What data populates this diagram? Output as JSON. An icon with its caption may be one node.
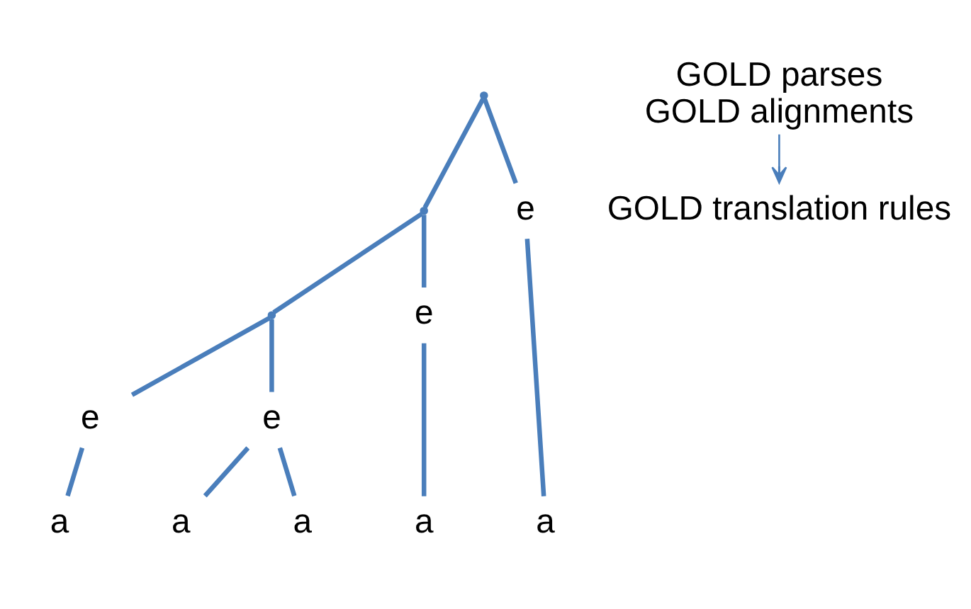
{
  "diagram": {
    "nodes": [
      {
        "text": [],
        "shape": "point"
      },
      {
        "text": [],
        "shape": "point"
      },
      {
        "text": [],
        "shape": "point"
      },
      {
        "text": [
          "e"
        ]
      },
      {
        "text": [
          "e"
        ]
      },
      {
        "text": [
          "e"
        ]
      },
      {
        "text": [
          "e"
        ]
      },
      {
        "text": [
          "a"
        ]
      },
      {
        "text": [
          "a"
        ]
      },
      {
        "text": [
          "a"
        ]
      },
      {
        "text": [
          "a"
        ]
      },
      {
        "text": [
          "a"
        ]
      },
      {
        "text": [
          "GOLD parses",
          "GOLD alignments"
        ]
      },
      {
        "text": [
          "GOLD translation rules"
        ]
      }
    ],
    "edges": [
      {
        "from": 0,
        "to": 3,
        "arrow": "none"
      },
      {
        "from": 0,
        "to": 1,
        "arrow": "none"
      },
      {
        "from": 1,
        "to": 2,
        "arrow": "none"
      },
      {
        "from": 1,
        "to": 4,
        "arrow": "none"
      },
      {
        "from": 2,
        "to": 5,
        "arrow": "none"
      },
      {
        "from": 2,
        "to": 6,
        "arrow": "none"
      },
      {
        "from": 3,
        "to": 7,
        "arrow": "none"
      },
      {
        "from": 6,
        "to": 8,
        "arrow": "none"
      },
      {
        "from": 5,
        "to": 9,
        "arrow": "none"
      },
      {
        "from": 6,
        "to": 10,
        "arrow": "none"
      },
      {
        "from": 4,
        "to": 11,
        "arrow": "none"
      },
      {
        "from": 12,
        "to": 13,
        "arrow": "to"
      }
    ]
  }
}
